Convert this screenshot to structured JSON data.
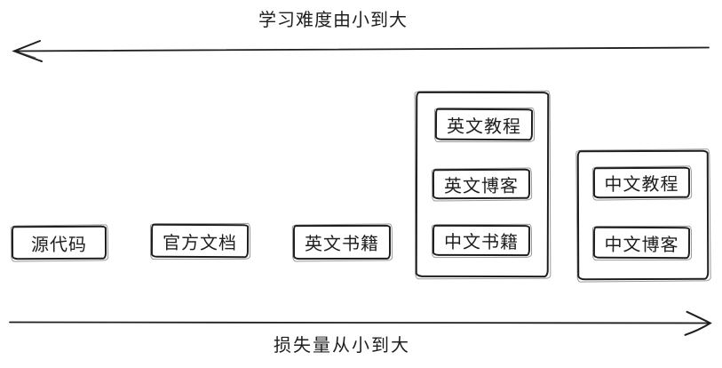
{
  "colors": {
    "ink": "#1e1e1e",
    "background": "#ffffff"
  },
  "arrows": {
    "difficulty": {
      "label": "学习难度由小到大",
      "direction": "left"
    },
    "loss": {
      "label": "损失量从小到大",
      "direction": "right"
    }
  },
  "nodes": {
    "source_code": "源代码",
    "official_docs": "官方文档",
    "english_books": "英文书籍",
    "english_tutorial": "英文教程",
    "english_blog": "英文博客",
    "chinese_books": "中文书籍",
    "chinese_tutorial": "中文教程",
    "chinese_blog": "中文博客"
  },
  "groups": [
    {
      "id": "group-1",
      "member_keys": [
        "english_tutorial",
        "english_blog",
        "chinese_books"
      ]
    },
    {
      "id": "group-2",
      "member_keys": [
        "chinese_tutorial",
        "chinese_blog"
      ]
    }
  ]
}
